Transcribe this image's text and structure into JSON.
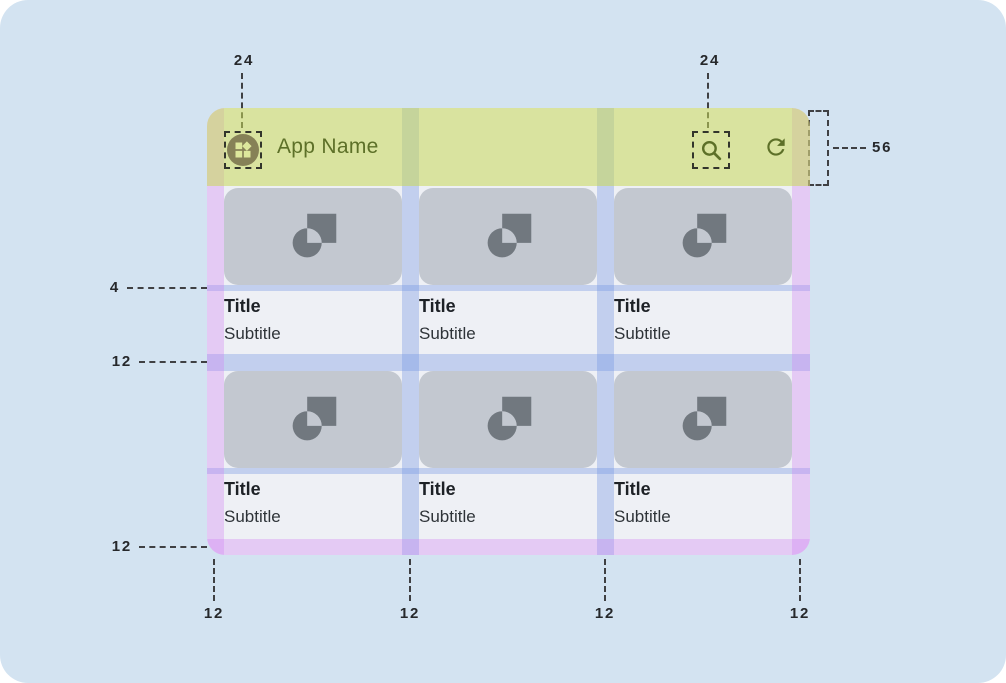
{
  "app": {
    "name": "App Name"
  },
  "cards": [
    {
      "title": "Title",
      "subtitle": "Subtitle"
    },
    {
      "title": "Title",
      "subtitle": "Subtitle"
    },
    {
      "title": "Title",
      "subtitle": "Subtitle"
    },
    {
      "title": "Title",
      "subtitle": "Subtitle"
    },
    {
      "title": "Title",
      "subtitle": "Subtitle"
    },
    {
      "title": "Title",
      "subtitle": "Subtitle"
    }
  ],
  "annotations": {
    "nav_icon_size": "24",
    "action_icon_size": "24",
    "appbar_height": "56",
    "title_gap": "4",
    "row_gap": "12",
    "bottom_margin": "12",
    "column_gutters": [
      "12",
      "12",
      "12",
      "12"
    ]
  },
  "icons": {
    "nav": "widgets-icon",
    "search": "search-icon",
    "refresh": "refresh-icon",
    "media_placeholder": "image-placeholder-icon"
  },
  "colors": {
    "page_background": "#d3e3f1",
    "screen_background": "#eef0f5",
    "appbar_tint": "#c8d858",
    "margin_tint": "#d082f2",
    "spacer_tint": "#7092e1",
    "olive_icon": "#5d7028",
    "card_media": "#c3c8d0",
    "media_icon": "#71787f"
  }
}
